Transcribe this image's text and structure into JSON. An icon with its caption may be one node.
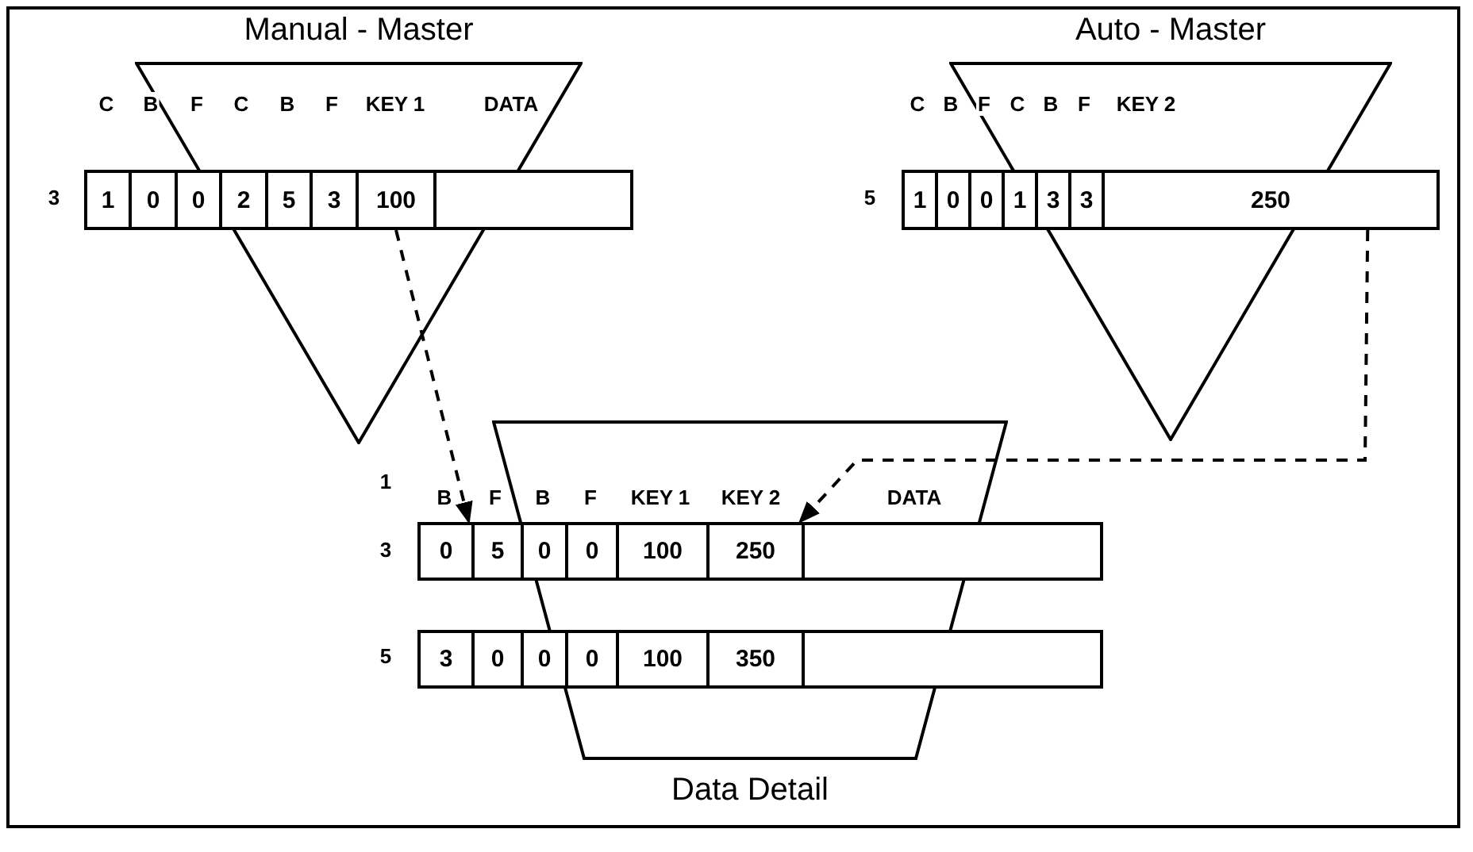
{
  "diagram": {
    "nodes": [
      {
        "text": [
          "Manual - Master"
        ]
      },
      {
        "text": [
          "Auto - Master"
        ]
      },
      {
        "text": [
          "1"
        ]
      },
      {
        "text": [
          "0"
        ]
      },
      {
        "text": [
          "0"
        ]
      },
      {
        "text": [
          "2"
        ],
        "in": 0
      },
      {
        "text": [
          "5"
        ],
        "in": 0
      },
      {
        "text": [
          "3"
        ],
        "in": 0
      },
      {
        "text": [
          "100"
        ],
        "in": 0
      },
      {
        "text": [],
        "shape": "box"
      },
      {
        "text": [
          "1"
        ]
      },
      {
        "text": [
          "0"
        ]
      },
      {
        "text": [
          "0"
        ]
      },
      {
        "text": [
          "1"
        ]
      },
      {
        "text": [
          "3"
        ],
        "in": 1
      },
      {
        "text": [
          "3"
        ],
        "in": 1
      },
      {
        "text": [
          "250"
        ]
      },
      {
        "text": [
          "Data Detail"
        ]
      },
      {
        "text": [
          "0"
        ]
      },
      {
        "text": [
          "5"
        ]
      },
      {
        "text": [
          "0"
        ],
        "in": 17
      },
      {
        "text": [
          "0"
        ],
        "in": 17
      },
      {
        "text": [
          "100"
        ],
        "in": 17
      },
      {
        "text": [
          "250"
        ],
        "in": 17
      },
      {
        "text": [],
        "shape": "box"
      },
      {
        "text": [
          "3"
        ]
      },
      {
        "text": [
          "0"
        ]
      },
      {
        "text": [
          "0"
        ]
      },
      {
        "text": [
          "0"
        ],
        "in": 17
      },
      {
        "text": [
          "100"
        ],
        "in": 17
      },
      {
        "text": [
          "350"
        ],
        "in": 17
      },
      {
        "text": [],
        "shape": "box"
      }
    ],
    "edges": [
      {
        "from": 8,
        "to": 18,
        "arrow": "to",
        "style": "dashed"
      },
      {
        "from": 16,
        "to": 23,
        "arrow": "to",
        "style": "dashed"
      }
    ],
    "labels": [
      "C",
      "B",
      "F",
      "C",
      "B",
      "F",
      "KEY 1",
      "DATA",
      "C",
      "B",
      "F",
      "C",
      "B",
      "F",
      "KEY 2",
      "3",
      "5",
      "1",
      "B",
      "F",
      "B",
      "F",
      "KEY 1",
      "KEY 2",
      "DATA",
      "3",
      "5"
    ]
  }
}
